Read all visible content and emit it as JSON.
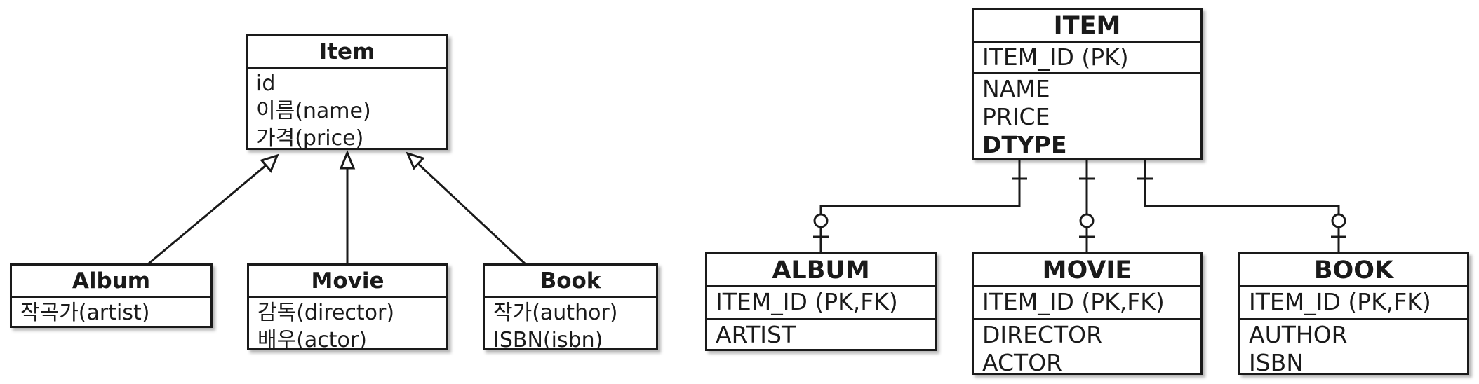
{
  "uml": {
    "item": {
      "title": "Item",
      "fields": [
        "id",
        "이름(name)",
        "가격(price)"
      ]
    },
    "album": {
      "title": "Album",
      "fields": [
        "작곡가(artist)"
      ]
    },
    "movie": {
      "title": "Movie",
      "fields": [
        "감독(director)",
        "배우(actor)"
      ]
    },
    "book": {
      "title": "Book",
      "fields": [
        "작가(author)",
        "ISBN(isbn)"
      ]
    }
  },
  "erd": {
    "item": {
      "title": "ITEM",
      "pk": "ITEM_ID (PK)",
      "fields": [
        "NAME",
        "PRICE",
        "DTYPE"
      ]
    },
    "album": {
      "title": "ALBUM",
      "pk": "ITEM_ID (PK,FK)",
      "fields": [
        "ARTIST"
      ]
    },
    "movie": {
      "title": "MOVIE",
      "pk": "ITEM_ID (PK,FK)",
      "fields": [
        "DIRECTOR",
        "ACTOR"
      ]
    },
    "book": {
      "title": "BOOK",
      "pk": "ITEM_ID (PK,FK)",
      "fields": [
        "AUTHOR",
        "ISBN"
      ]
    }
  },
  "colors": {
    "line": "#1a1a1a",
    "background": "#ffffff"
  }
}
